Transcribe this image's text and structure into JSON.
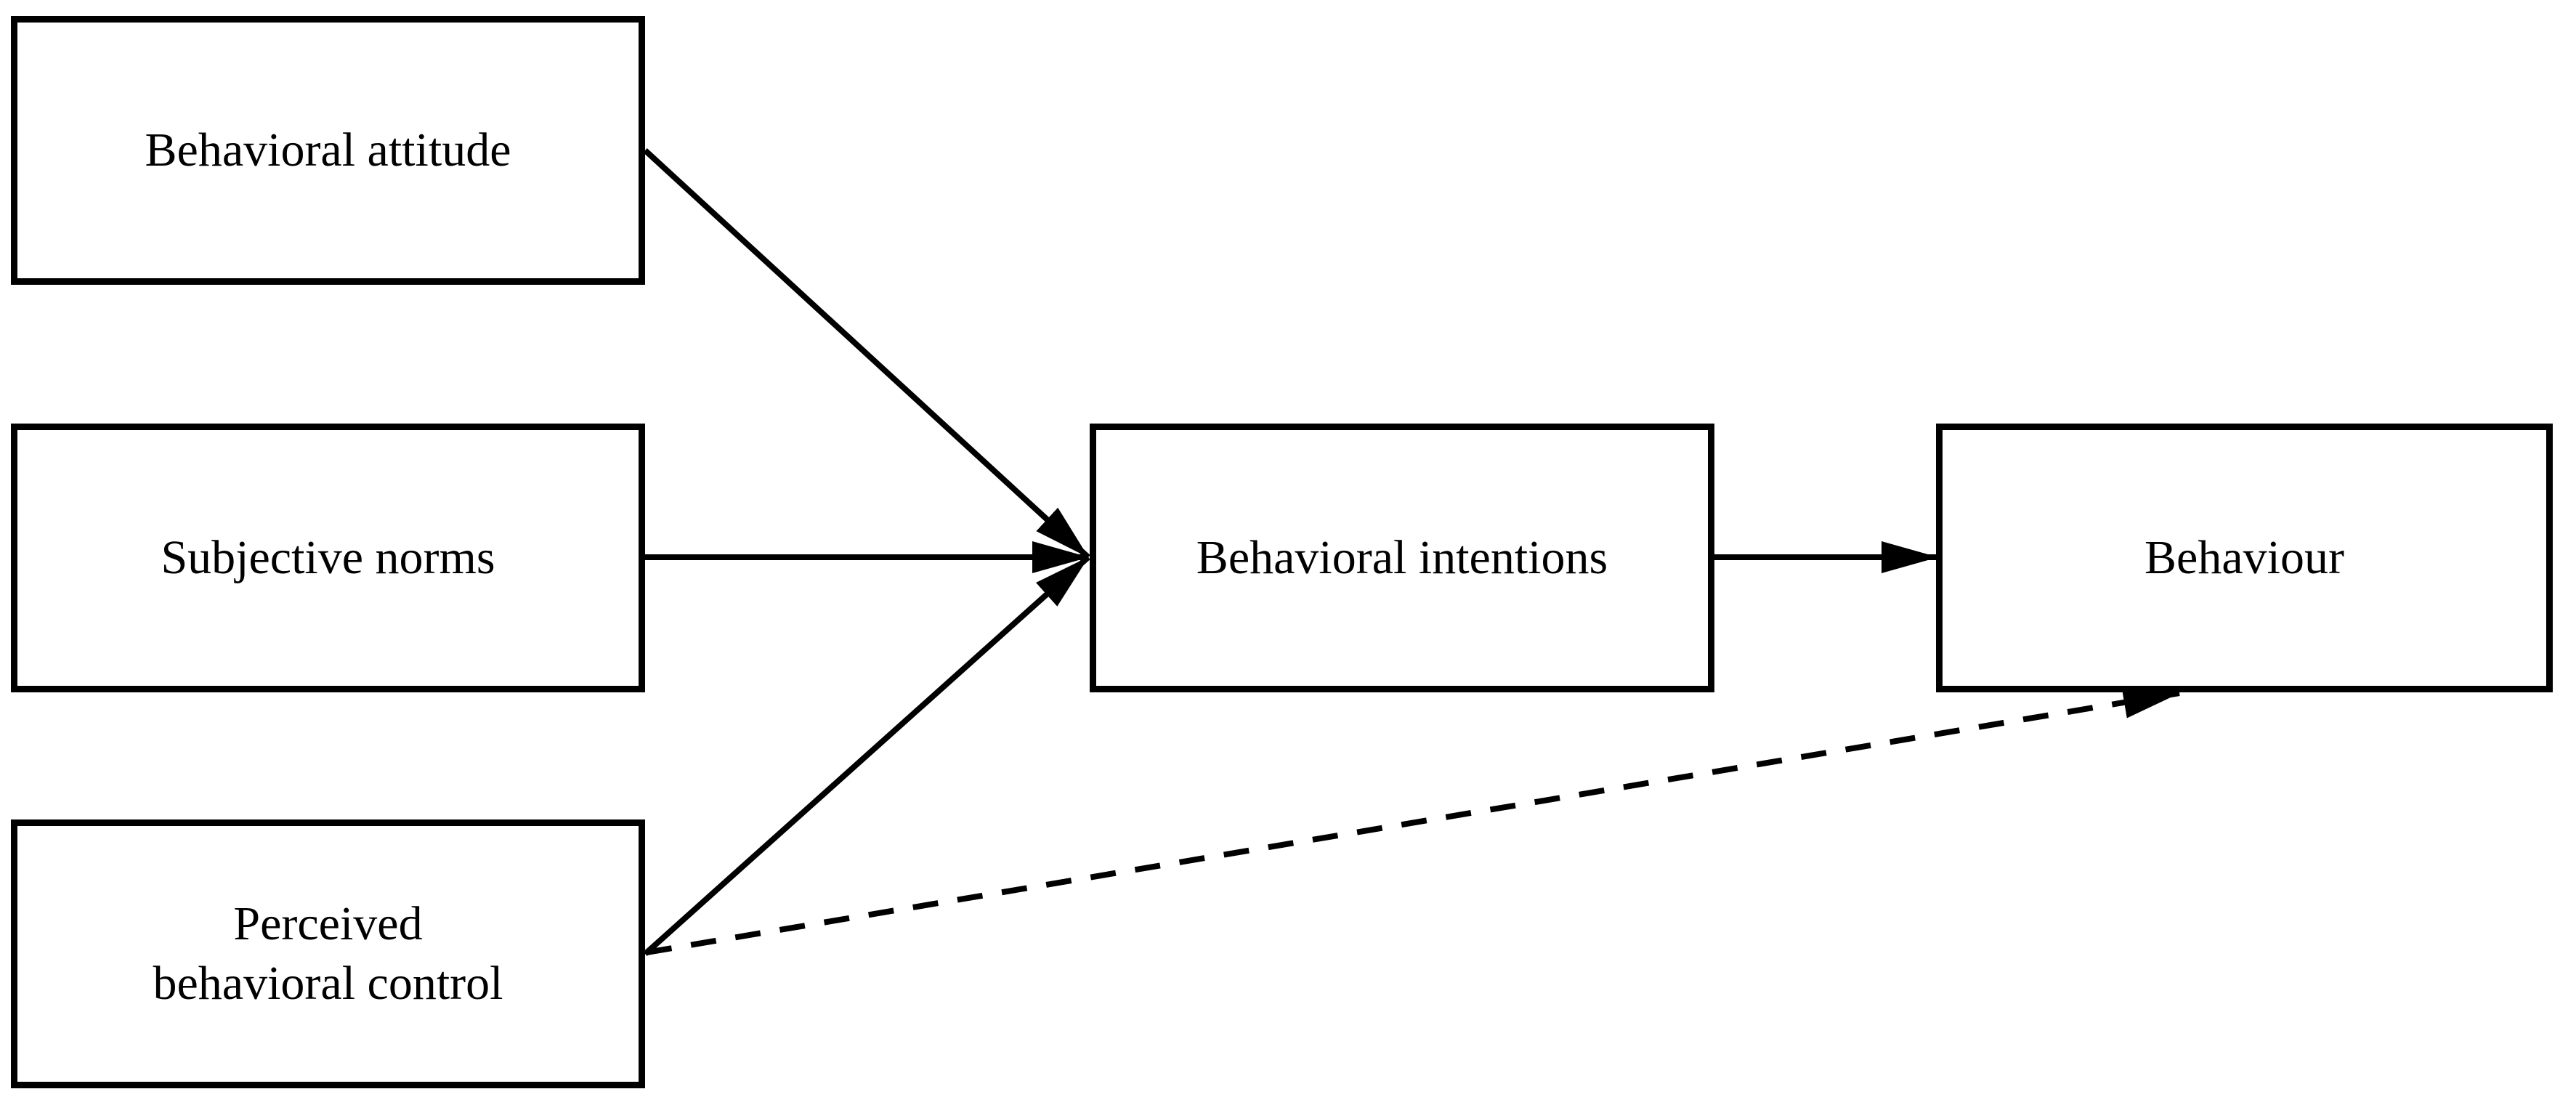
{
  "diagram": {
    "type": "flowchart",
    "background_color": "#ffffff",
    "stroke_color": "#000000",
    "nodes": [
      {
        "id": "behavioral-attitude",
        "label": "Behavioral attitude"
      },
      {
        "id": "subjective-norms",
        "label": "Subjective norms"
      },
      {
        "id": "perceived-behavioral-control",
        "label": "Perceived behavioral control",
        "lines": [
          "Perceived",
          "behavioral control"
        ]
      },
      {
        "id": "behavioral-intentions",
        "label": "Behavioral intentions"
      },
      {
        "id": "behaviour",
        "label": "Behaviour"
      }
    ],
    "edges": [
      {
        "from": "behavioral-attitude",
        "to": "behavioral-intentions",
        "style": "solid",
        "arrowhead": "filled"
      },
      {
        "from": "subjective-norms",
        "to": "behavioral-intentions",
        "style": "solid",
        "arrowhead": "filled"
      },
      {
        "from": "perceived-behavioral-control",
        "to": "behavioral-intentions",
        "style": "solid",
        "arrowhead": "filled"
      },
      {
        "from": "behavioral-intentions",
        "to": "behaviour",
        "style": "solid",
        "arrowhead": "filled"
      },
      {
        "from": "perceived-behavioral-control",
        "to": "behaviour",
        "style": "dashed",
        "arrowhead": "filled"
      }
    ]
  }
}
